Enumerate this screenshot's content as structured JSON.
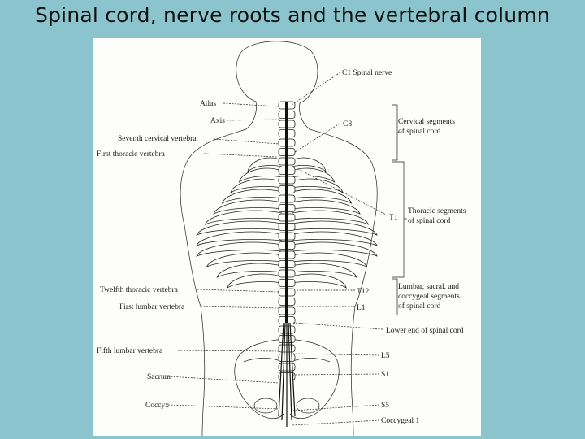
{
  "slide": {
    "title": "Spinal cord, nerve roots and the vertebral column"
  },
  "labels_left": {
    "atlas": "Atlas",
    "axis": "Axis",
    "seventh_cervical": "Seventh cervical vertebra",
    "first_thoracic": "First thoracic vertebra",
    "twelfth_thoracic": "Twelfth thoracic vertebra",
    "first_lumbar": "First lumbar vertebra",
    "fifth_lumbar": "Fifth lumbar vertebra",
    "sacrum": "Sacrum",
    "coccyx": "Coccyx"
  },
  "labels_right": {
    "c1": "C1 Spinal nerve",
    "c8": "C8",
    "t1": "T1",
    "t12": "T12",
    "l1": "L1",
    "lower_end": "Lower end of spinal cord",
    "l5": "L5",
    "s1": "S1",
    "s5": "S5",
    "coccygeal": "Coccygeal 1"
  },
  "segments": {
    "cervical_1": "Cervical segments",
    "cervical_2": "of spinal cord",
    "thoracic_1": "Thoracic segments",
    "thoracic_2": "of spinal cord",
    "lumbar_1": "Lumbar, sacral, and",
    "lumbar_2": "coccygeal segments",
    "lumbar_3": "of spinal cord"
  }
}
